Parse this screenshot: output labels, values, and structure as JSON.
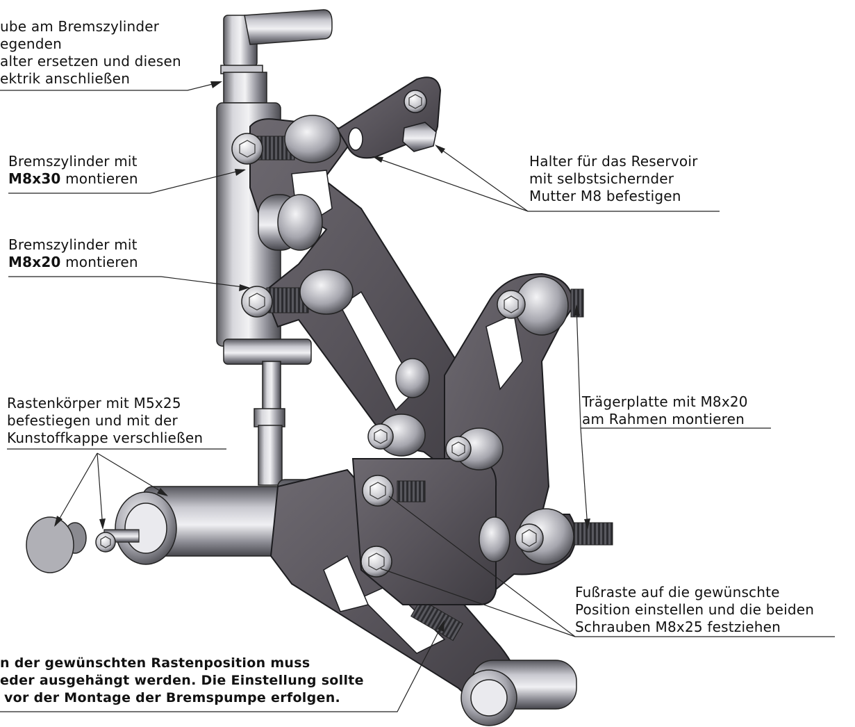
{
  "labels": {
    "top_left": {
      "line1": "ube am Bremszylinder",
      "line2": "egenden",
      "line3": "alter ersetzen und diesen",
      "line4": "ektrik anschließen"
    },
    "brake_m8x30": {
      "line1": "Bremszylinder mit",
      "bold": "M8x30",
      "rest": " montieren"
    },
    "brake_m8x20": {
      "line1": "Bremszylinder mit",
      "bold": "M8x20",
      "rest": " montieren"
    },
    "reservoir": {
      "line1": "Halter für das Reservoir",
      "line2": "mit selbstsichernder",
      "line3": "Mutter M8 befestigen"
    },
    "carrier_plate": {
      "line1": "Trägerplatte mit M8x20",
      "line2": "am Rahmen montieren"
    },
    "peg_body": {
      "line1": "Rastenkörper mit M5x25",
      "line2": "befestiegen und mit der",
      "line3": "Kunstoffkappe verschließen"
    },
    "footrest": {
      "line1": "Fußraste auf die gewünschte",
      "line2": "Position einstellen und die beiden",
      "line3": "Schrauben M8x25 festziehen"
    },
    "bottom_note": {
      "line1": "n der gewünschten Rastenposition muss",
      "line2": "eder ausgehängt werden. Die Einstellung sollte",
      "line3": "vor der Montage der Bremspumpe erfolgen."
    }
  }
}
